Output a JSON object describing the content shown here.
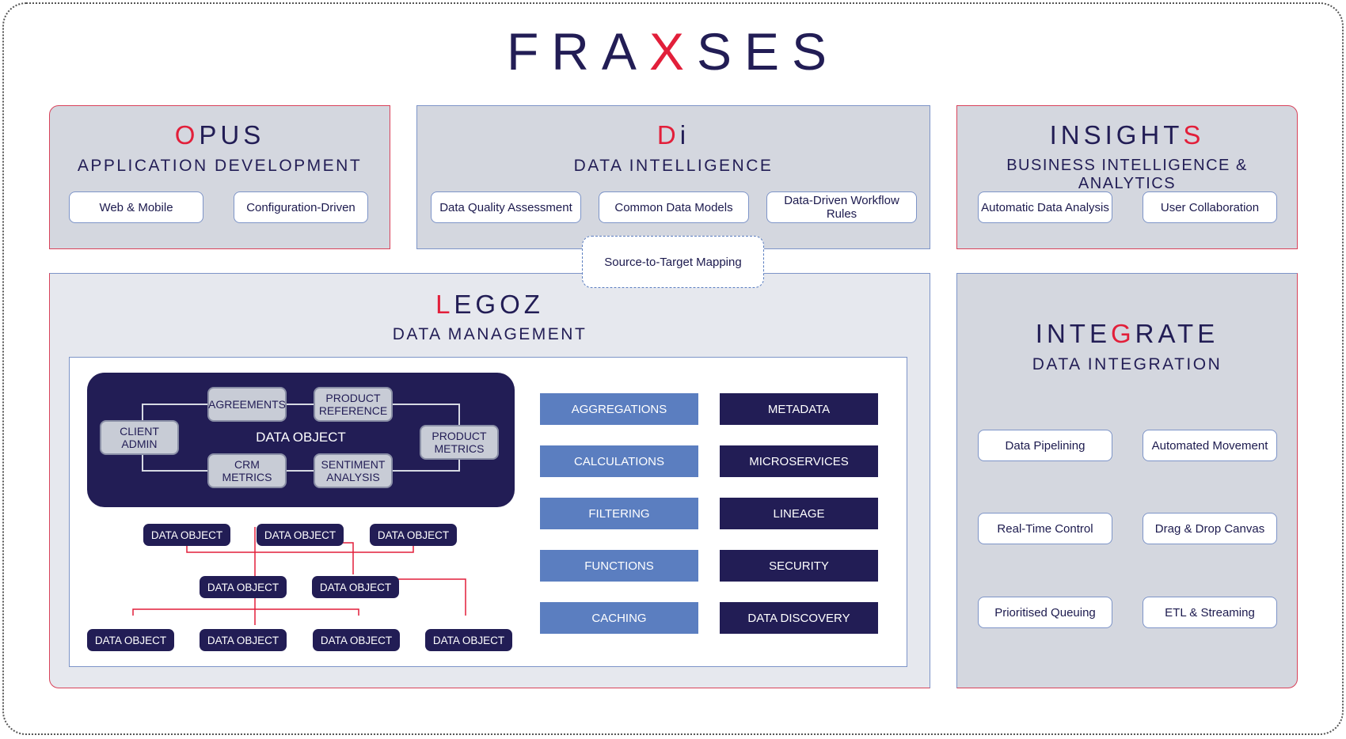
{
  "brand": {
    "part1": "FRA",
    "accent": "X",
    "part2": "SES"
  },
  "opus": {
    "title_accent": "O",
    "title_rest": "PUS",
    "subtitle": "APPLICATION DEVELOPMENT",
    "chips": [
      "Web & Mobile",
      "Configuration-Driven"
    ]
  },
  "di": {
    "title_accent": "D",
    "title_rest": "i",
    "subtitle": "DATA INTELLIGENCE",
    "chips": [
      "Data Quality Assessment",
      "Common Data Models",
      "Data-Driven Workflow Rules"
    ],
    "mapping": "Source-to-Target Mapping"
  },
  "insights": {
    "title_a": "INSIGHT",
    "title_accent": "S",
    "subtitle": "BUSINESS INTELLIGENCE & ANALYTICS",
    "chips": [
      "Automatic Data Analysis",
      "User Collaboration"
    ]
  },
  "legoz": {
    "title_accent": "L",
    "title_rest": "EGOZ",
    "subtitle": "DATA MANAGEMENT",
    "core_label": "DATA OBJECT",
    "nodes": {
      "client_admin": "CLIENT\nADMIN",
      "agreements": "AGREEMENTS",
      "product_reference": "PRODUCT\nREFERENCE",
      "product_metrics": "PRODUCT\nMETRICS",
      "crm_metrics": "CRM\nMETRICS",
      "sentiment_analysis": "SENTIMENT\nANALYSIS"
    },
    "data_object_label": "DATA OBJECT",
    "features_left": [
      "AGGREGATIONS",
      "CALCULATIONS",
      "FILTERING",
      "FUNCTIONS",
      "CACHING"
    ],
    "features_right": [
      "METADATA",
      "MICROSERVICES",
      "LINEAGE",
      "SECURITY",
      "DATA DISCOVERY"
    ]
  },
  "integrate": {
    "title_a": "INTE",
    "title_accent": "G",
    "title_b": "RATE",
    "subtitle": "DATA INTEGRATION",
    "chips": [
      "Data Pipelining",
      "Automated Movement",
      "Real-Time Control",
      "Drag & Drop Canvas",
      "Prioritised Queuing",
      "ETL & Streaming"
    ]
  },
  "colors": {
    "navy": "#221d55",
    "red": "#e21f3a",
    "blue": "#5b7ec0",
    "panel": "#d4d7df"
  }
}
